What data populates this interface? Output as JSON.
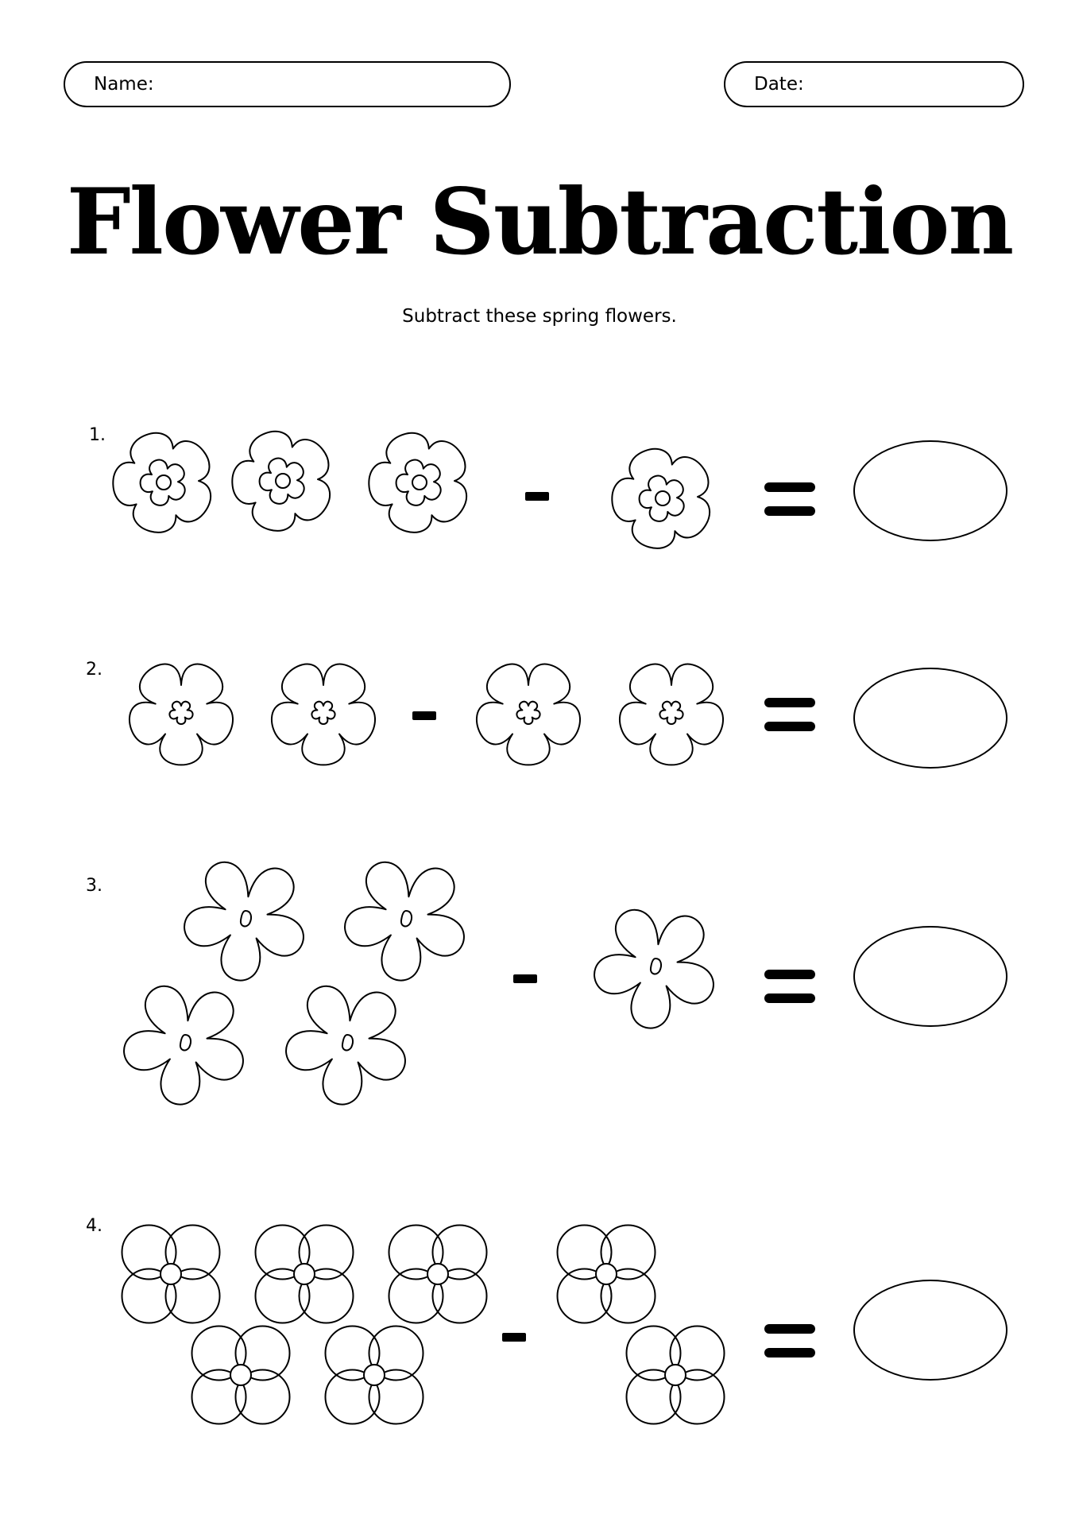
{
  "header": {
    "name_label": "Name:",
    "date_label": "Date:"
  },
  "title": "Flower Subtraction",
  "subtitle": "Subtract these spring flowers.",
  "problems": [
    {
      "number": "1.",
      "flower_style": "ring-flower-icon",
      "minuend_count": 3,
      "subtrahend_count": 1
    },
    {
      "number": "2.",
      "flower_style": "ruffled-flower-icon",
      "minuend_count": 2,
      "subtrahend_count": 2
    },
    {
      "number": "3.",
      "flower_style": "star-flower-icon",
      "minuend_count": 4,
      "subtrahend_count": 1
    },
    {
      "number": "4.",
      "flower_style": "pansy-flower-icon",
      "minuend_count": 5,
      "subtrahend_count": 2
    }
  ],
  "colors": {
    "ink": "#000000",
    "paper": "#ffffff"
  }
}
